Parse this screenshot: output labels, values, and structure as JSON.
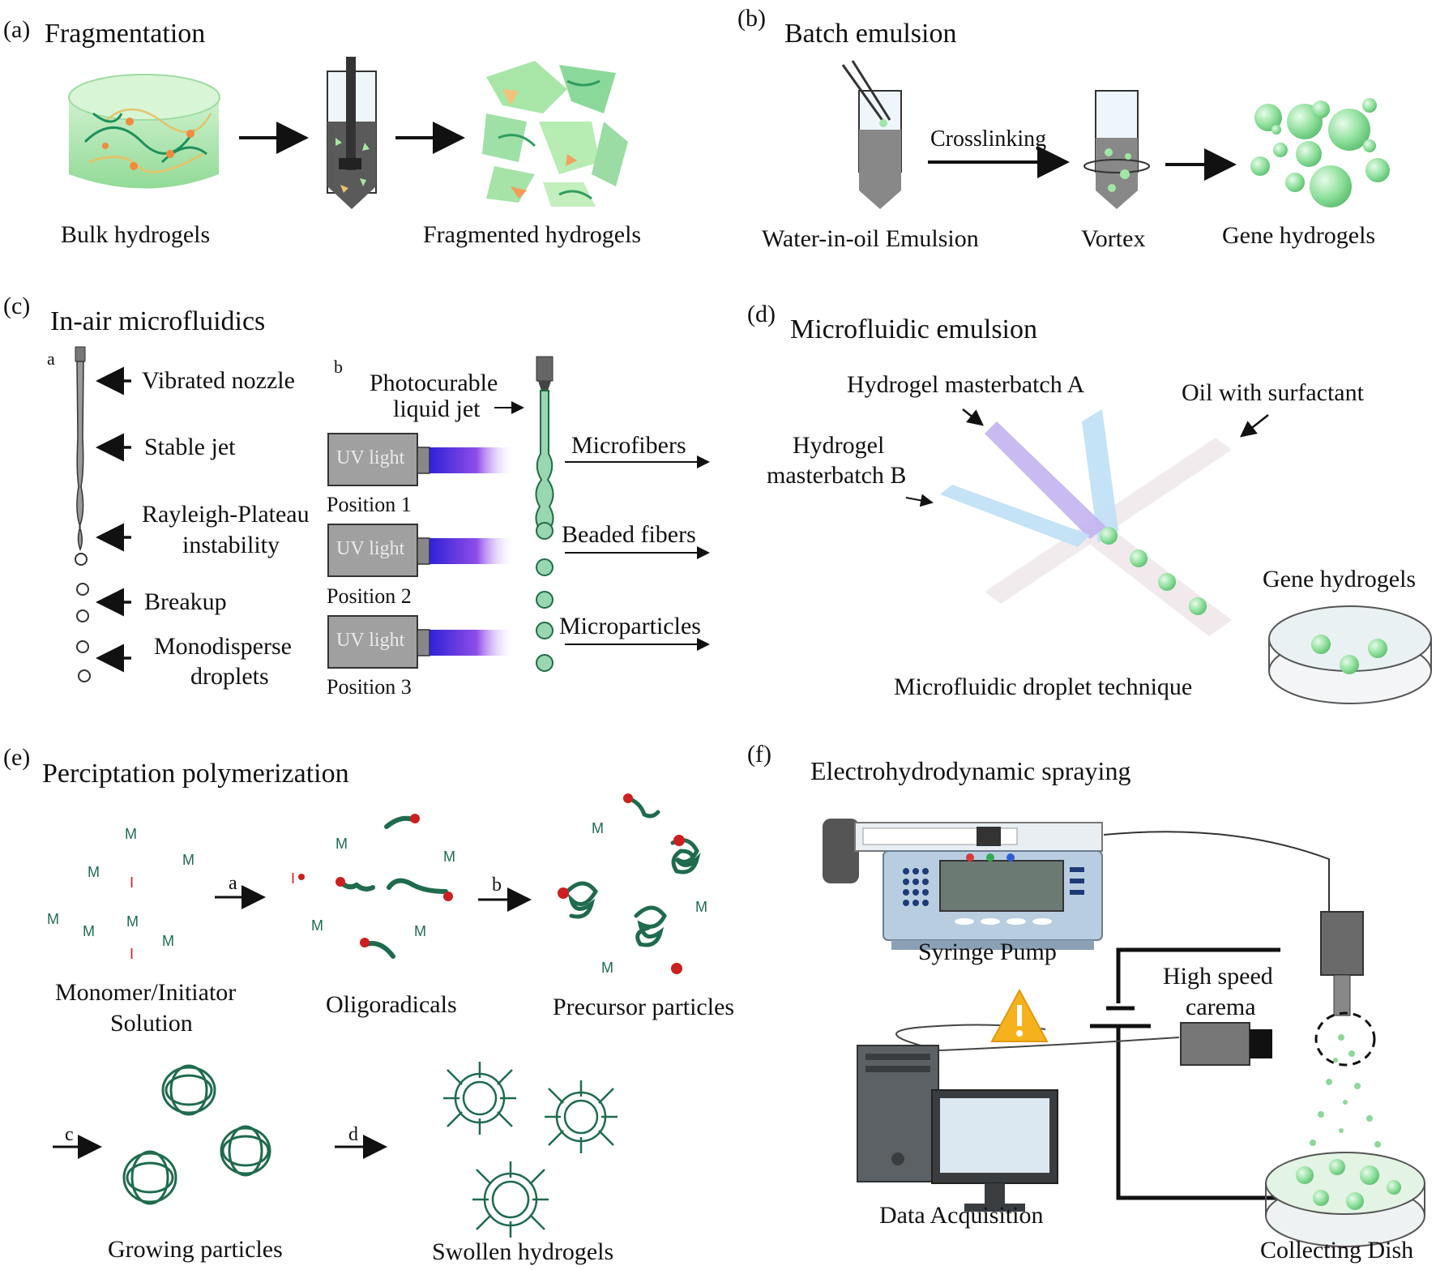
{
  "panels": {
    "a": {
      "label": "(a)",
      "title": "Fragmentation",
      "bulk": "Bulk hydrogels",
      "fragmented": "Fragmented hydrogels"
    },
    "b": {
      "label": "(b)",
      "title": "Batch emulsion",
      "crosslinking": "Crosslinking",
      "emulsion": "Water-in-oil Emulsion",
      "vortex": "Vortex",
      "gene": "Gene hydrogels"
    },
    "c": {
      "label": "(c)",
      "title": "In-air microfluidics",
      "sub_a": "a",
      "sub_b": "b",
      "vibrated": "Vibrated nozzle",
      "stable": "Stable jet",
      "rayleigh1": "Rayleigh-Plateau",
      "rayleigh2": "instability",
      "breakup": "Breakup",
      "mono1": "Monodisperse",
      "mono2": "droplets",
      "photo1": "Photocurable",
      "photo2": "liquid jet",
      "uv": "UV light",
      "pos1": "Position 1",
      "pos2": "Position 2",
      "pos3": "Position 3",
      "microfibers": "Microfibers",
      "beaded": "Beaded fibers",
      "microparticles": "Microparticles"
    },
    "d": {
      "label": "(d)",
      "title": "Microfluidic emulsion",
      "masterA": "Hydrogel masterbatch A",
      "oil": "Oil with surfactant",
      "masterB1": "Hydrogel",
      "masterB2": "masterbatch B",
      "gene": "Gene hydrogels",
      "technique": "Microfluidic droplet technique"
    },
    "e": {
      "label": "(e)",
      "title": "Perciptation polymerization",
      "monomer_symbol": "M",
      "initiator_symbol": "I",
      "step_a": "a",
      "step_b": "b",
      "step_c": "c",
      "step_d": "d",
      "monomer1": "Monomer/Initiator",
      "monomer2": "Solution",
      "oligo": "Oligoradicals",
      "precursor": "Precursor particles",
      "growing": "Growing particles",
      "swollen": "Swollen hydrogels"
    },
    "f": {
      "label": "(f)",
      "title": "Electrohydrodynamic spraying",
      "pump": "Syringe Pump",
      "camera1": "High speed",
      "camera2": "carema",
      "daq": "Data Acquisition",
      "dish": "Collecting Dish"
    }
  },
  "colors": {
    "hydrogel_green": "#8fd89a",
    "dark_green": "#1f7a50",
    "initiator_red": "#cc1f1f",
    "uv_blue": "#3b2bd8",
    "masterbatch_purple": "#b9a6ef",
    "channel_blue": "#bfe0f5",
    "warning_yellow": "#f6b21c"
  }
}
